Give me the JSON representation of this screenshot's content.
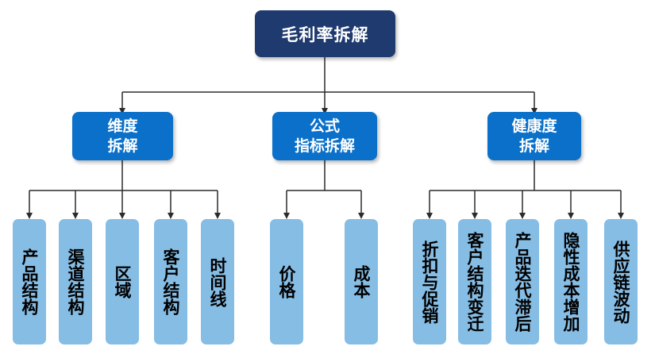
{
  "root": {
    "label": "毛利率拆解"
  },
  "branches": [
    {
      "label": "维度\n拆解",
      "leaves": [
        "产品结构",
        "渠道结构",
        "区域",
        "客户结构",
        "时间线"
      ]
    },
    {
      "label": "公式\n指标拆解",
      "leaves": [
        "价格",
        "成本"
      ]
    },
    {
      "label": "健康度\n拆解",
      "leaves": [
        "折扣与促销",
        "客户结构变迁",
        "产品迭代滞后",
        "隐性成本增加",
        "供应链波动"
      ]
    }
  ],
  "colors": {
    "root_fill": "#1e3a6e",
    "branch_fill": "#0a70c9",
    "leaf_fill": "#86bde4",
    "connector": "#2b2b2b"
  }
}
